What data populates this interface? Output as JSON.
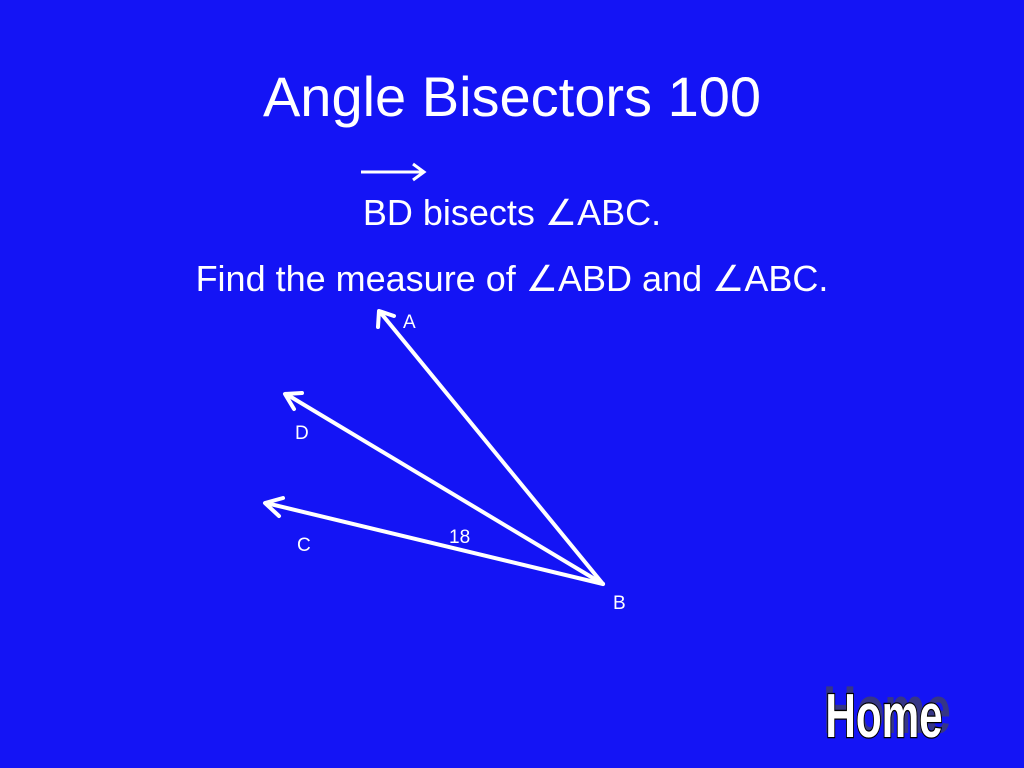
{
  "title": "Angle Bisectors 100",
  "statement": {
    "ray": "BD",
    "text": " bisects ",
    "angle_symbol": "∠",
    "angle": "ABC."
  },
  "question": {
    "prefix": "Find the measure of ",
    "angle_symbol_1": "∠",
    "angle_1": "ABD",
    "conjunction": " and ",
    "angle_symbol_2": "∠",
    "angle_2": "ABC."
  },
  "diagram": {
    "points": {
      "A": "A",
      "B": "B",
      "C": "C",
      "D": "D"
    },
    "angle_label": "18"
  },
  "home_button": {
    "label": "Home"
  },
  "colors": {
    "background": "#1414f5",
    "foreground": "#ffffff"
  }
}
